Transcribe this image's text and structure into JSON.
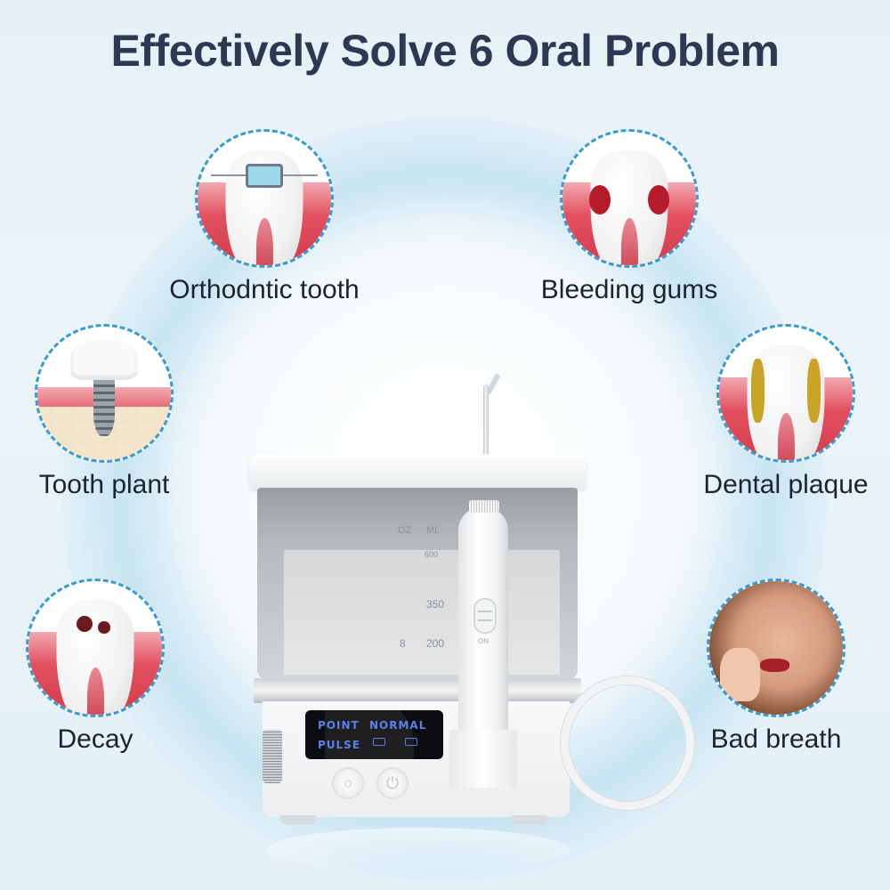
{
  "title": "Effectively Solve 6 Oral Problem",
  "problems": [
    {
      "label": "Orthodntic tooth",
      "icon": "tooth-braces-icon"
    },
    {
      "label": "Bleeding gums",
      "icon": "bleeding-gums-icon"
    },
    {
      "label": "Tooth plant",
      "icon": "dental-implant-icon"
    },
    {
      "label": "Dental plaque",
      "icon": "dental-plaque-icon"
    },
    {
      "label": "Decay",
      "icon": "tooth-decay-icon"
    },
    {
      "label": "Bad breath",
      "icon": "bad-breath-photo"
    }
  ],
  "product": {
    "tank_scale": {
      "units": [
        "OZ",
        "ML"
      ],
      "marks_ml": [
        "600",
        "350",
        "200"
      ],
      "marks_oz": [
        "8"
      ]
    },
    "handle_switch_label": "ON",
    "display": {
      "modes": [
        "POINT",
        "NORMAL",
        "PULSE"
      ]
    },
    "buttons": [
      "mode-button",
      "power-button"
    ]
  },
  "colors": {
    "title": "#2b3a52",
    "label": "#1c2430",
    "circle_border": "#3a9bd0",
    "display_text": "#5b80e8"
  }
}
